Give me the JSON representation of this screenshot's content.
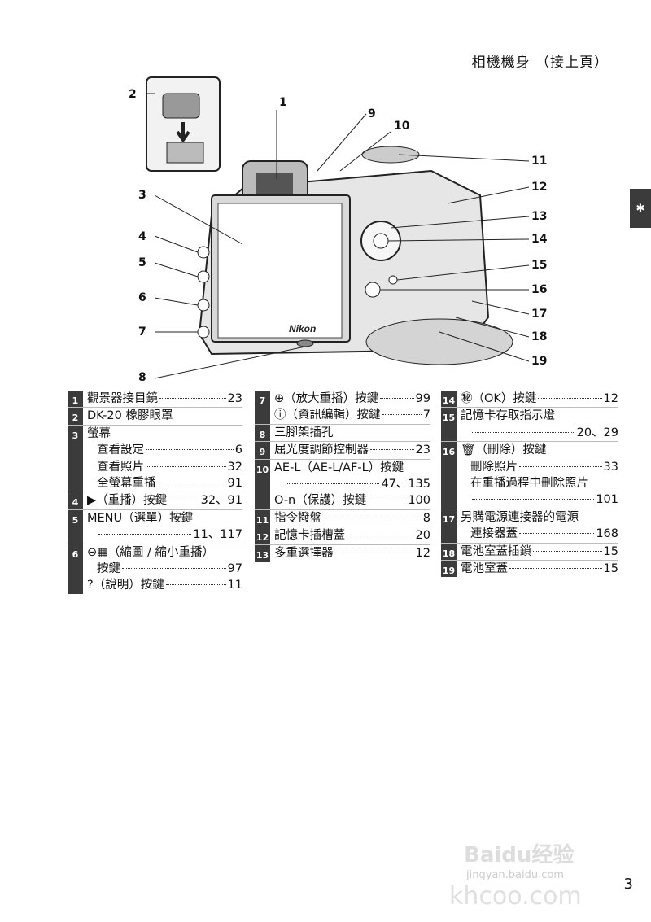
{
  "header": {
    "title": "相機機身 （接上頁）"
  },
  "side_tab": {
    "icon": "quick-start-icon",
    "glyph": "✱"
  },
  "callouts": [
    "1",
    "2",
    "3",
    "4",
    "5",
    "6",
    "7",
    "8",
    "9",
    "10",
    "11",
    "12",
    "13",
    "14",
    "15",
    "16",
    "17",
    "18",
    "19"
  ],
  "diagram": {
    "brand": "Nikon"
  },
  "columns": {
    "col1": [
      {
        "num": "1",
        "lines": [
          {
            "text": "觀景器接目鏡",
            "page": "23"
          }
        ]
      },
      {
        "num": "2",
        "lines": [
          {
            "text": "DK-20 橡膠眼罩",
            "page": ""
          }
        ]
      },
      {
        "num": "3",
        "lines": [
          {
            "text": "螢幕",
            "page": ""
          },
          {
            "text": "查看設定",
            "page": "6",
            "indent": true
          },
          {
            "text": "查看照片",
            "page": "32",
            "indent": true
          },
          {
            "text": "全螢幕重播",
            "page": "91",
            "indent": true
          }
        ]
      },
      {
        "num": "4",
        "lines": [
          {
            "text": "▶（重播）按鍵",
            "page": "32、91"
          }
        ]
      },
      {
        "num": "5",
        "lines": [
          {
            "text": "MENU（選單）按鍵",
            "page": ""
          },
          {
            "text": "",
            "page": "11、117",
            "indent": true
          }
        ]
      },
      {
        "num": "6",
        "lines": [
          {
            "text": "⊖▦（縮圖 / 縮小重播）",
            "page": ""
          },
          {
            "text": "按鍵",
            "page": "97",
            "indent": true
          },
          {
            "text": "?（說明）按鍵",
            "page": "11"
          }
        ]
      }
    ],
    "col2": [
      {
        "num": "7",
        "lines": [
          {
            "text": "⊕（放大重播）按鍵",
            "page": "99"
          },
          {
            "text": "ⓘ（資訊編輯）按鍵",
            "page": "7"
          }
        ]
      },
      {
        "num": "8",
        "lines": [
          {
            "text": "三腳架插孔",
            "page": ""
          }
        ]
      },
      {
        "num": "9",
        "lines": [
          {
            "text": "屈光度調節控制器",
            "page": "23"
          }
        ]
      },
      {
        "num": "10",
        "lines": [
          {
            "text": "AE-L（AE-L/AF-L）按鍵",
            "page": ""
          },
          {
            "text": "",
            "page": "47、135",
            "indent": true
          },
          {
            "text": "O-n（保護）按鍵",
            "page": "100"
          }
        ]
      },
      {
        "num": "11",
        "lines": [
          {
            "text": "指令撥盤",
            "page": "8"
          }
        ]
      },
      {
        "num": "12",
        "lines": [
          {
            "text": "記憶卡插槽蓋",
            "page": "20"
          }
        ]
      },
      {
        "num": "13",
        "lines": [
          {
            "text": "多重選擇器",
            "page": "12"
          }
        ]
      }
    ],
    "col3": [
      {
        "num": "14",
        "lines": [
          {
            "text": "㊙（OK）按鍵",
            "page": "12"
          }
        ]
      },
      {
        "num": "15",
        "lines": [
          {
            "text": "記憶卡存取指示燈",
            "page": ""
          },
          {
            "text": "",
            "page": "20、29",
            "indent": true
          }
        ]
      },
      {
        "num": "16",
        "lines": [
          {
            "text": "🗑（刪除）按鍵",
            "page": ""
          },
          {
            "text": "刪除照片",
            "page": "33",
            "indent": true
          },
          {
            "text": "在重播過程中刪除照片",
            "page": "",
            "indent": true
          },
          {
            "text": "",
            "page": "101",
            "indent": true
          }
        ]
      },
      {
        "num": "17",
        "lines": [
          {
            "text": "另購電源連接器的電源",
            "page": ""
          },
          {
            "text": "連接器蓋",
            "page": "168",
            "indent": true
          }
        ]
      },
      {
        "num": "18",
        "lines": [
          {
            "text": "電池室蓋插鎖",
            "page": "15"
          }
        ]
      },
      {
        "num": "19",
        "lines": [
          {
            "text": "電池室蓋",
            "page": "15"
          }
        ]
      }
    ]
  },
  "footer": {
    "page_number": "3"
  },
  "watermark": {
    "line1": "Baidu经验",
    "line2": "jingyan.baidu.com",
    "line3": "khcoo.com"
  }
}
